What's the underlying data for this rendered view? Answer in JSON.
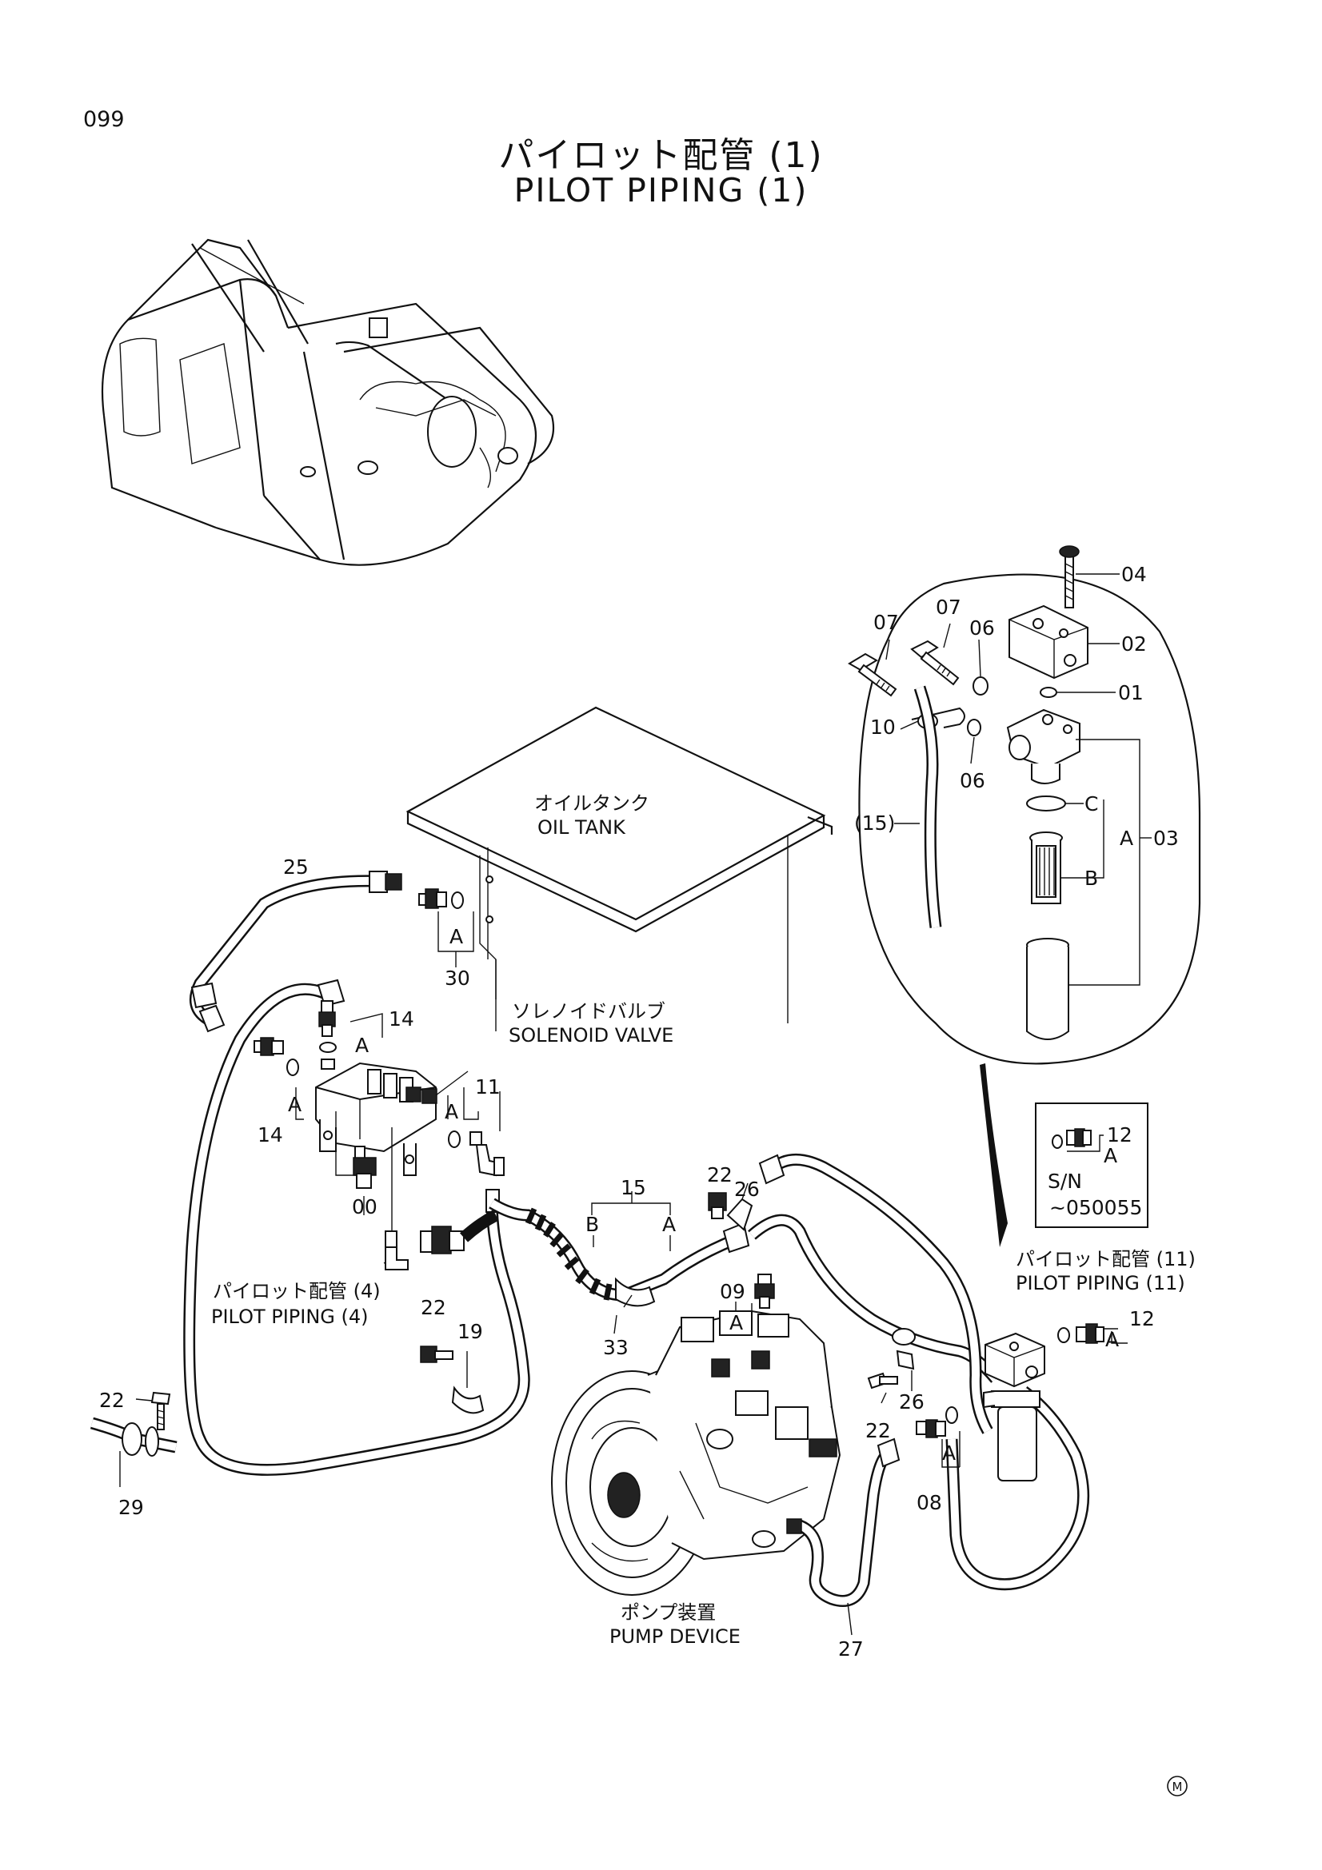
{
  "page_number": "099",
  "title_jp": "パイロット配管 (1)",
  "title_en": "PILOT PIPING (1)",
  "annotations": {
    "oil_tank_jp": "オイルタンク",
    "oil_tank_en": "OIL TANK",
    "solenoid_jp": "ソレノイドバルブ",
    "solenoid_en": "SOLENOID VALVE",
    "pilot4_jp": "パイロット配管 (4)",
    "pilot4_en": "PILOT PIPING (4)",
    "pilot11_jp": "パイロット配管 (11)",
    "pilot11_en": "PILOT PIPING (11)",
    "pump_jp": "ポンプ装置",
    "pump_en": "PUMP DEVICE",
    "serial_label": "S/N",
    "serial_range": "~050055",
    "mark": "M"
  },
  "callouts": {
    "c04": "04",
    "c02": "02",
    "c01": "01",
    "c03": "03",
    "c07a": "07",
    "c07b": "07",
    "c06a": "06",
    "c06b": "06",
    "c10": "10",
    "c15p": "(15)",
    "cC": "C",
    "cB": "B",
    "cA03": "A",
    "c25": "25",
    "cA30": "A",
    "c30": "30",
    "c14a": "14",
    "cA14a": "A",
    "c14b": "14",
    "cA14b": "A",
    "c11": "11",
    "cA11": "A",
    "c00": "00",
    "c22a": "22",
    "c26a": "26",
    "c15": "15",
    "cB15": "B",
    "cA15": "A",
    "c09": "09",
    "cA09": "A",
    "c33": "33",
    "c22b": "22",
    "c19": "19",
    "c22c": "22",
    "c29": "29",
    "c12a": "12",
    "cA12a": "A",
    "c12b": "12",
    "cA12b": "A",
    "c26b": "26",
    "c22d": "22",
    "cA08": "A",
    "c08": "08",
    "c27": "27"
  }
}
